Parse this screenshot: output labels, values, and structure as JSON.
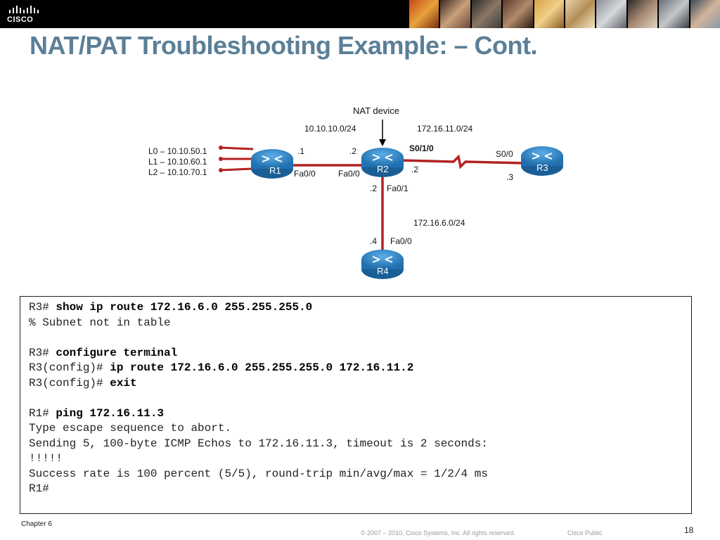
{
  "header": {
    "logo_text": "CISCO",
    "title": "NAT/PAT Troubleshooting Example: – Cont."
  },
  "diagram": {
    "nat_device_label": "NAT device",
    "net_r1_r2": "10.10.10.0/24",
    "net_r2_r3": "172.16.11.0/24",
    "net_r2_r4": "172.16.6.0/24",
    "loopbacks": [
      "L0 – 10.10.50.1",
      "L1 – 10.10.60.1",
      "L2 – 10.10.70.1"
    ],
    "routers": {
      "r1": "R1",
      "r2": "R2",
      "r3": "R3",
      "r4": "R4"
    },
    "interfaces": {
      "r1_fa00": "Fa0/0",
      "r2_fa00": "Fa0/0",
      "r2_s010": "S0/1/0",
      "r2_fa01": "Fa0/1",
      "r3_s00": "S0/0",
      "r4_fa00": "Fa0/0"
    },
    "host_ids": {
      "r1_left": ".1",
      "r2_left": ".2",
      "r2_right": ".2",
      "r3": ".3",
      "r2_down": ".2",
      "r4": ".4"
    }
  },
  "cli": {
    "lines": [
      {
        "prompt": "R3# ",
        "cmd": "show ip route 172.16.6.0 255.255.255.0"
      },
      {
        "prompt": "% Subnet not in table",
        "cmd": ""
      },
      {
        "prompt": "",
        "cmd": ""
      },
      {
        "prompt": "R3# ",
        "cmd": "configure terminal"
      },
      {
        "prompt": "R3(config)# ",
        "cmd": "ip route 172.16.6.0 255.255.255.0 172.16.11.2"
      },
      {
        "prompt": "R3(config)# ",
        "cmd": "exit"
      },
      {
        "prompt": "",
        "cmd": ""
      },
      {
        "prompt": "R1# ",
        "cmd": "ping 172.16.11.3"
      },
      {
        "prompt": "Type escape sequence to abort.",
        "cmd": ""
      },
      {
        "prompt": "Sending 5, 100-byte ICMP Echos to 172.16.11.3, timeout is 2 seconds:",
        "cmd": ""
      },
      {
        "prompt": "!!!!!",
        "cmd": ""
      },
      {
        "prompt": "Success rate is 100 percent (5/5), round-trip min/avg/max = 1/2/4 ms",
        "cmd": ""
      },
      {
        "prompt": "R1#",
        "cmd": ""
      }
    ]
  },
  "footer": {
    "chapter": "Chapter 6",
    "copyright": "© 2007 – 2010, Cisco Systems, Inc. All rights reserved.",
    "classification": "Cisco Public",
    "page": "18"
  },
  "colors": {
    "title": "#5b7f98",
    "link_red": "#b22222",
    "router_blue": "#2d86c5"
  }
}
